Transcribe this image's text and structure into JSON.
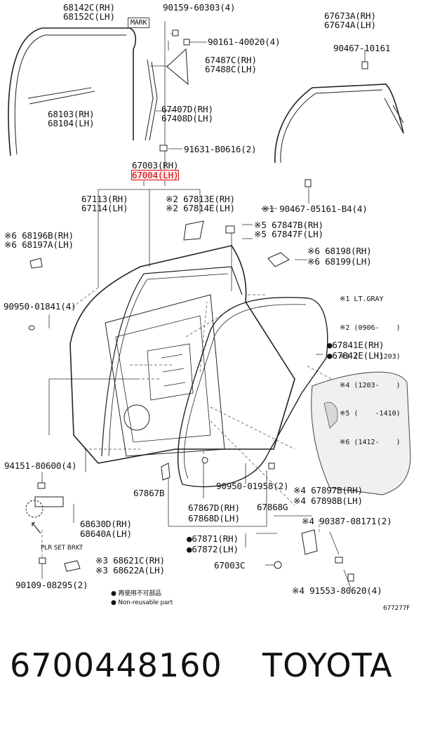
{
  "diagram": {
    "labels": {
      "p68142": "68142C(RH)",
      "p68152": "68152C(LH)",
      "mark": "MARK",
      "p90159": "90159-60303(4)",
      "p90161": "90161-40020(4)",
      "p67673": "67673A(RH)",
      "p67674": "67674A(LH)",
      "p90467a": "90467-10161",
      "p67487": "67487C(RH)",
      "p67488": "67488C(LH)",
      "p68103": "68103(RH)",
      "p68104": "68104(LH)",
      "p67407": "67407D(RH)",
      "p67408": "67408D(LH)",
      "p91631": "91631-B0616(2)",
      "p67003": "67003(RH)",
      "p67004": "67004(LH)",
      "p67113": "67113(RH)",
      "p67114": "67114(LH)",
      "p67813": "※2 67813E(RH)",
      "p67814": "※2 67814E(LH)",
      "p90467b": "※1 90467-05161-B4(4)",
      "p68196": "※6 68196B(RH)",
      "p68197": "※6 68197A(LH)",
      "p67847b": "※5 67847B(RH)",
      "p67847f": "※5 67847F(LH)",
      "p68198": "※6 68198(RH)",
      "p68199": "※6 68199(LH)",
      "p90950a": "90950-01841(4)",
      "p67841": "●67841E(RH)",
      "p67842": "●67842E(LH)",
      "p94151": "94151-80600(4)",
      "p67867b": "67867B",
      "p90950b": "90950-01958(2)",
      "p67897": "※4 67897B(RH)",
      "p67898": "※4 67898B(LH)",
      "p68630": "68630D(RH)",
      "p68640": "68640A(LH)",
      "p67867d": "67867D(RH)",
      "p67868d": "67868D(LH)",
      "p67868g": "67868G",
      "p90387": "※4 90387-08171(2)",
      "plr": "PLR SET BRKT",
      "p67871": "●67871(RH)",
      "p67872": "●67872(LH)",
      "p68621": "※3 68621C(RH)",
      "p68622": "※3 68622A(LH)",
      "p67003c": "67003C",
      "p90109": "90109-08295(2)",
      "p91553": "※4 91553-80620(4)",
      "note1": "● 再使用不可部品",
      "note2": "● Non-reusable part",
      "figno": "677277F"
    },
    "legend": [
      "※1 LT.GRAY",
      "※2 (0906-    )",
      "※3 (    -1203)",
      "※4 (1203-    )",
      "※5 (    -1410)",
      "※6 (1412-    )"
    ]
  },
  "footer": {
    "part_number": "6700448160",
    "brand": "TOYOTA"
  }
}
